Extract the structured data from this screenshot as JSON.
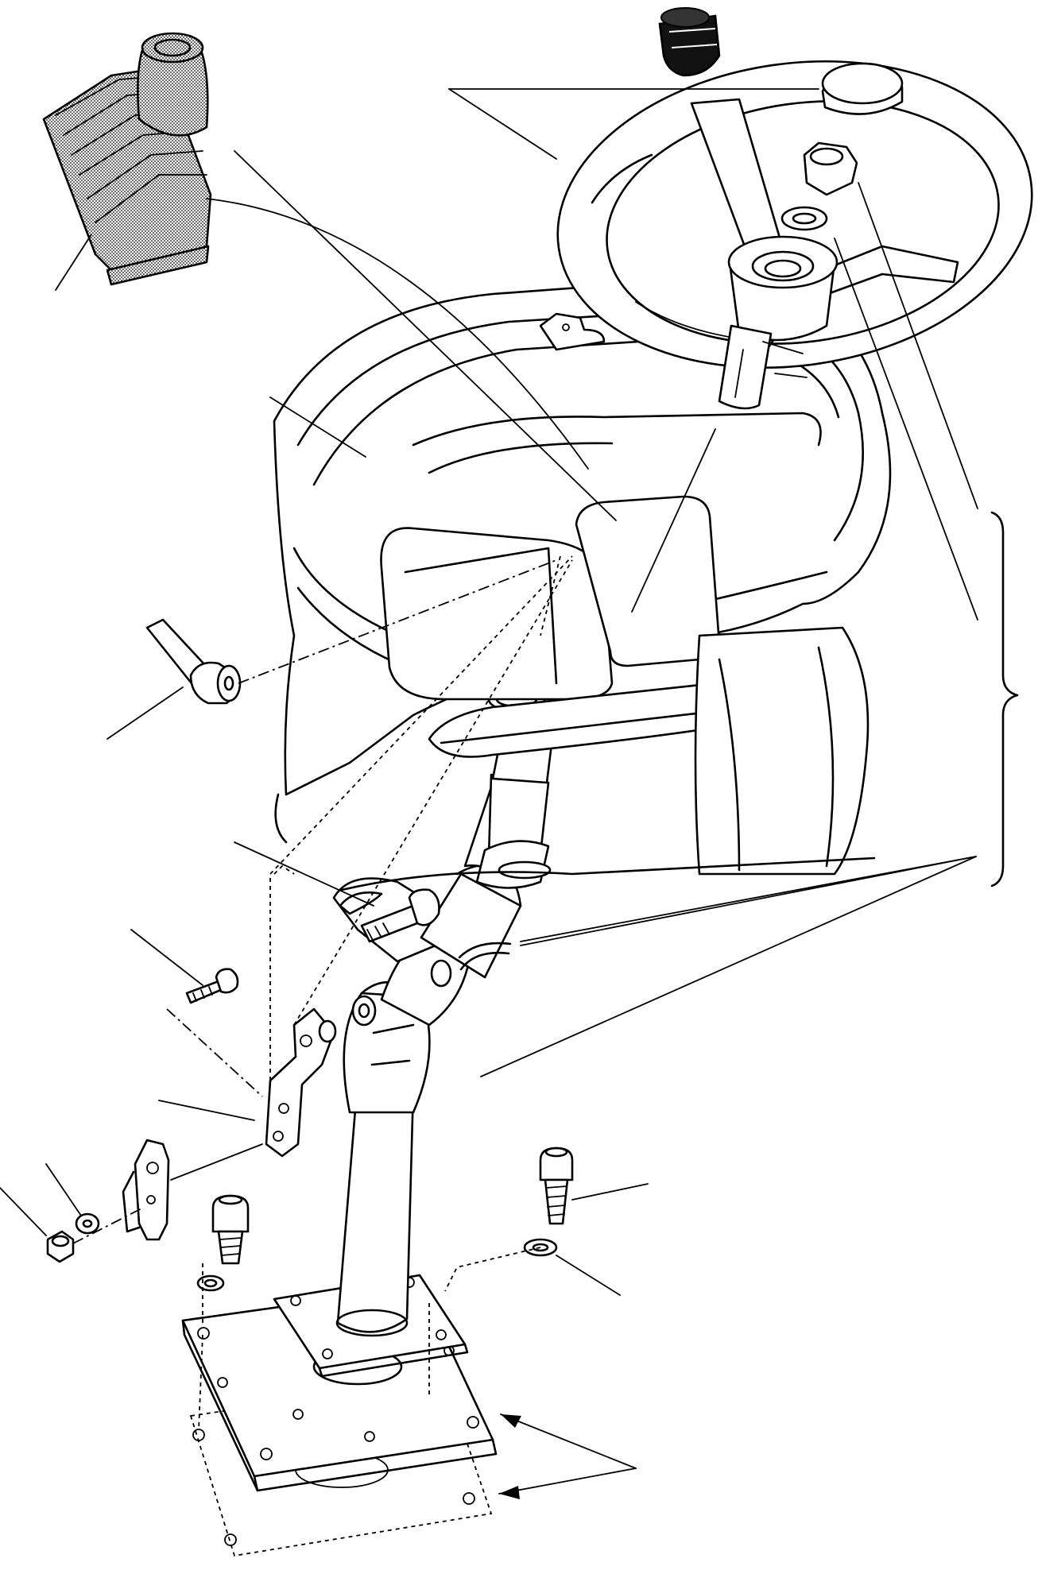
{
  "diagram": {
    "parts": [
      {
        "id": "gear-boot",
        "icon": "gear-lever-boot-icon"
      },
      {
        "id": "steering-wheel",
        "icon": "steering-wheel-icon"
      },
      {
        "id": "horn-cap",
        "icon": "horn-cap-icon"
      },
      {
        "id": "spinner-knob",
        "icon": "spinner-knob-icon"
      },
      {
        "id": "wheel-nut",
        "icon": "hex-nut-icon"
      },
      {
        "id": "wheel-washer",
        "icon": "washer-icon"
      },
      {
        "id": "dashboard-console",
        "icon": "dashboard-console-icon"
      },
      {
        "id": "tilt-lever",
        "icon": "lever-handle-icon"
      },
      {
        "id": "steering-column",
        "icon": "steering-column-icon"
      },
      {
        "id": "pivot-bolt",
        "icon": "bolt-icon"
      },
      {
        "id": "bracket-screw",
        "icon": "screw-icon"
      },
      {
        "id": "tilt-bracket",
        "icon": "bracket-icon"
      },
      {
        "id": "lock-plate",
        "icon": "plate-icon"
      },
      {
        "id": "plate-nut",
        "icon": "hex-nut-icon"
      },
      {
        "id": "plate-washer",
        "icon": "washer-icon"
      },
      {
        "id": "base-screw-left",
        "icon": "socket-screw-icon"
      },
      {
        "id": "base-screw-right",
        "icon": "socket-screw-icon"
      },
      {
        "id": "base-washer",
        "icon": "washer-icon"
      },
      {
        "id": "mounting-plate",
        "icon": "mounting-plate-icon"
      },
      {
        "id": "floor-panel",
        "icon": "floor-panel-icon"
      }
    ]
  }
}
